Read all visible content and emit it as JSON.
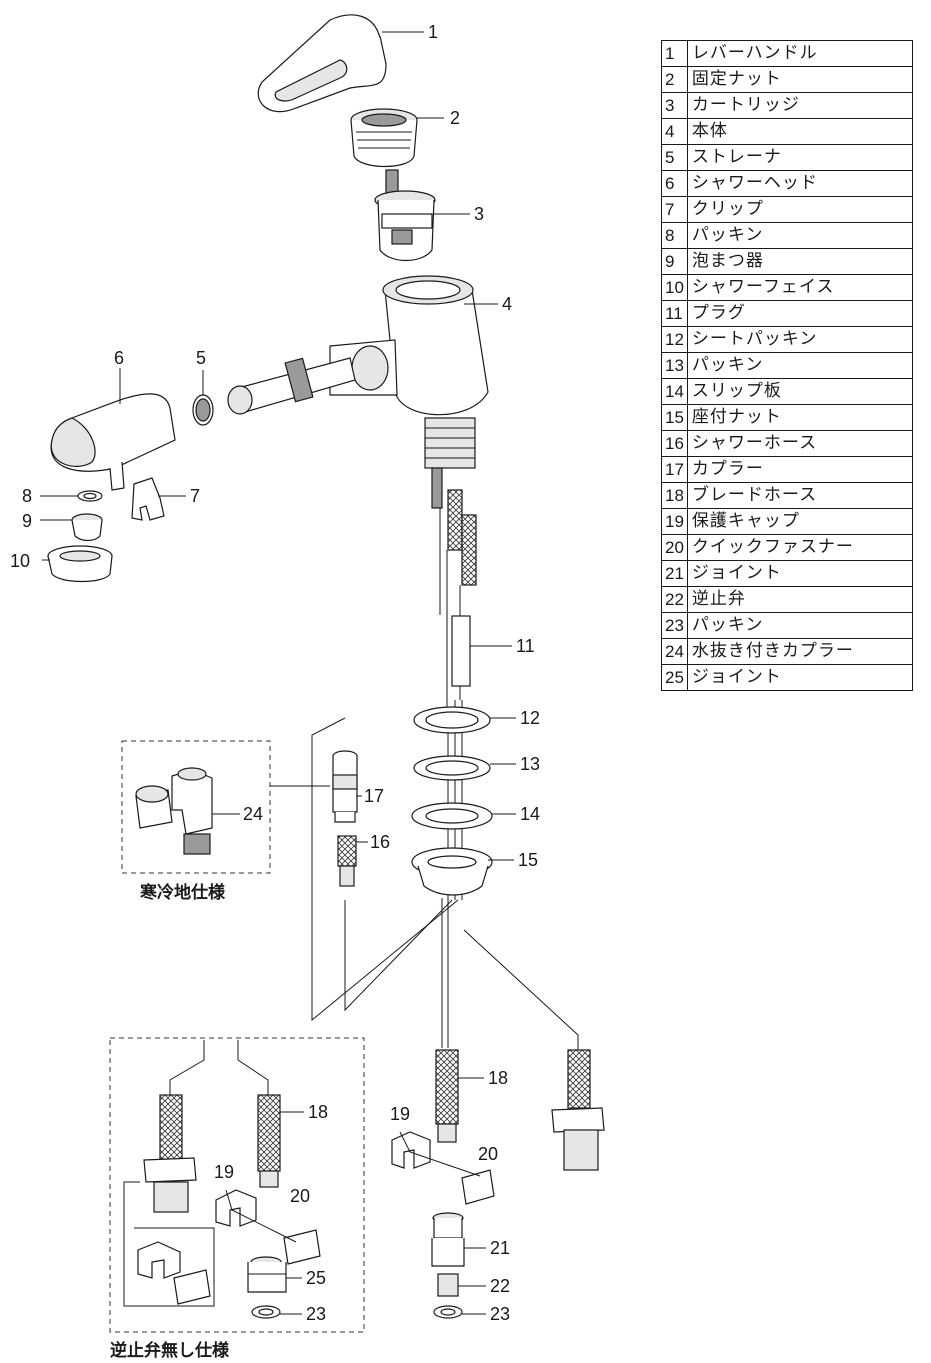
{
  "callouts": [
    "1",
    "2",
    "3",
    "4",
    "5",
    "6",
    "7",
    "8",
    "9",
    "10",
    "11",
    "12",
    "13",
    "14",
    "15",
    "16",
    "17",
    "18",
    "18",
    "18",
    "19",
    "19",
    "20",
    "20",
    "21",
    "22",
    "23",
    "23",
    "24",
    "25"
  ],
  "captions": {
    "cold_region": "寒冷地仕様",
    "no_check_valve": "逆止弁無し仕様"
  },
  "parts": [
    {
      "no": "1",
      "name": "レバーハンドル"
    },
    {
      "no": "2",
      "name": "固定ナット"
    },
    {
      "no": "3",
      "name": "カートリッジ"
    },
    {
      "no": "4",
      "name": "本体"
    },
    {
      "no": "5",
      "name": "ストレーナ"
    },
    {
      "no": "6",
      "name": "シャワーヘッド"
    },
    {
      "no": "7",
      "name": "クリップ"
    },
    {
      "no": "8",
      "name": "パッキン"
    },
    {
      "no": "9",
      "name": "泡まつ器"
    },
    {
      "no": "10",
      "name": "シャワーフェイス"
    },
    {
      "no": "11",
      "name": "プラグ"
    },
    {
      "no": "12",
      "name": "シートパッキン"
    },
    {
      "no": "13",
      "name": "パッキン"
    },
    {
      "no": "14",
      "name": "スリップ板"
    },
    {
      "no": "15",
      "name": "座付ナット"
    },
    {
      "no": "16",
      "name": "シャワーホース"
    },
    {
      "no": "17",
      "name": "カプラー"
    },
    {
      "no": "18",
      "name": "ブレードホース"
    },
    {
      "no": "19",
      "name": "保護キャップ"
    },
    {
      "no": "20",
      "name": "クイックファスナー"
    },
    {
      "no": "21",
      "name": "ジョイント"
    },
    {
      "no": "22",
      "name": "逆止弁"
    },
    {
      "no": "23",
      "name": "パッキン"
    },
    {
      "no": "24",
      "name": "水抜き付きカプラー"
    },
    {
      "no": "25",
      "name": "ジョイント"
    }
  ]
}
